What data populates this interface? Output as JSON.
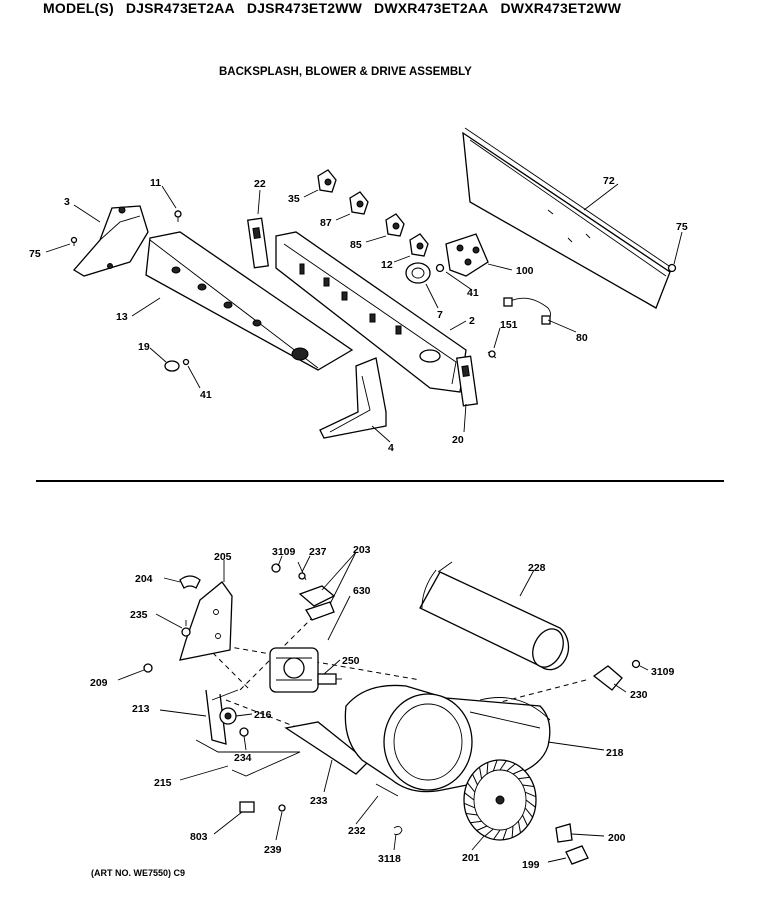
{
  "header": {
    "prefix": "MODEL(S)",
    "models": [
      "DJSR473ET2AA",
      "DJSR473ET2WW",
      "DWXR473ET2AA",
      "DWXR473ET2WW"
    ]
  },
  "subtitle": "BACKSPLASH, BLOWER & DRIVE ASSEMBLY",
  "art_number": "(ART NO. WE7550) C9",
  "callouts": {
    "top": [
      "11",
      "22",
      "35",
      "87",
      "85",
      "12",
      "7",
      "41",
      "100",
      "72",
      "75",
      "3",
      "75",
      "13",
      "19",
      "41",
      "2",
      "151",
      "80",
      "4",
      "20"
    ],
    "bottom": [
      "205",
      "3109",
      "237",
      "203",
      "204",
      "630",
      "228",
      "235",
      "250",
      "3109",
      "209",
      "230",
      "213",
      "216",
      "234",
      "218",
      "215",
      "233",
      "803",
      "239",
      "232",
      "3118",
      "201",
      "200",
      "199"
    ]
  }
}
